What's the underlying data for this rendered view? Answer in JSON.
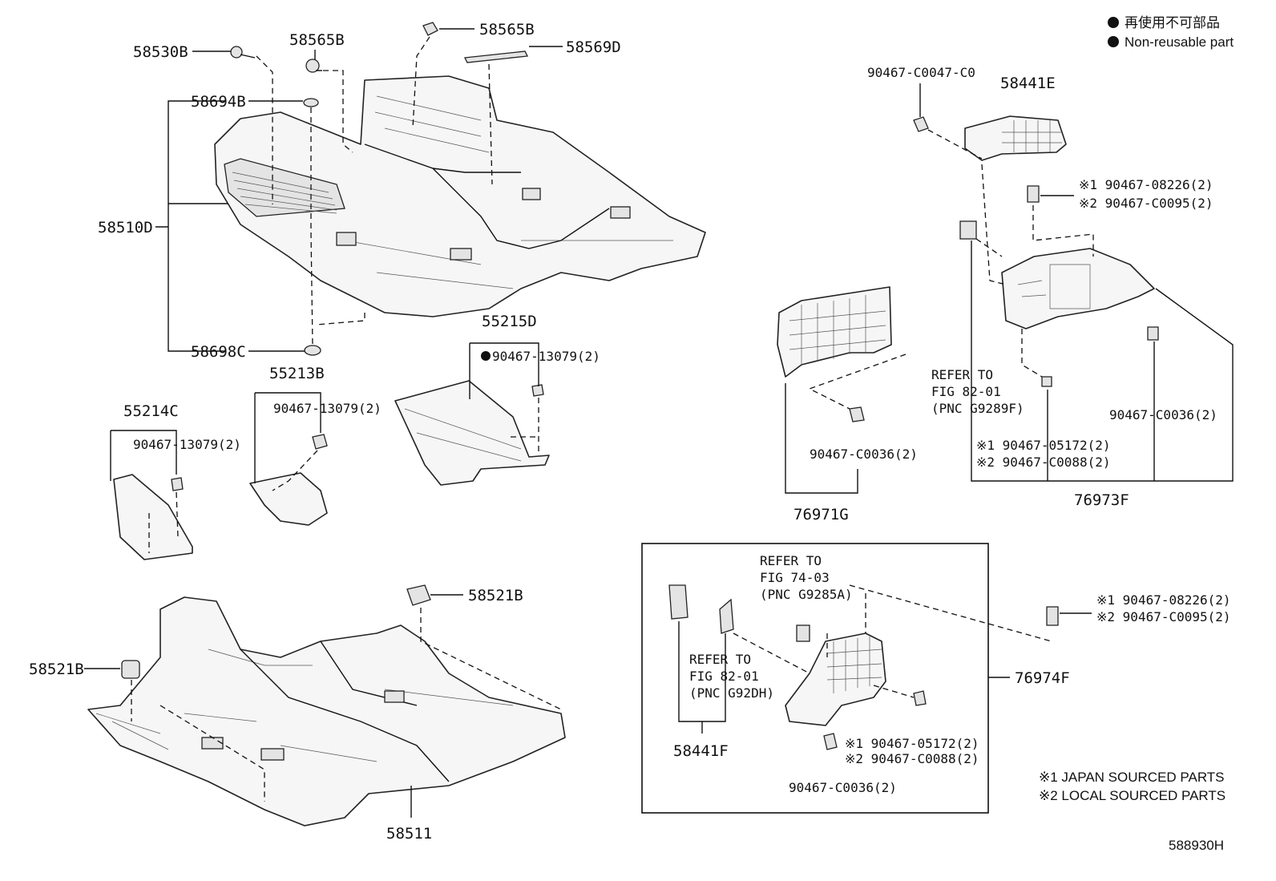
{
  "legend": {
    "jp": "再使用不可部品",
    "en": "Non-reusable part"
  },
  "labels": {
    "p58530B": "58530B",
    "p58565B_a": "58565B",
    "p58565B_b": "58565B",
    "p58569D": "58569D",
    "p58694B": "58694B",
    "p58510D": "58510D",
    "p58698C": "58698C",
    "p55215D": "55215D",
    "p55215D_clip": "90467-13079(2)",
    "p55213B": "55213B",
    "p55213B_clip": "90467-13079(2)",
    "p55214C": "55214C",
    "p55214C_clip": "90467-13079(2)",
    "p58521B_a": "58521B",
    "p58521B_b": "58521B",
    "p58511": "58511",
    "p90467C0047": "90467-C0047-C0",
    "p58441E": "58441E",
    "r1_a": "※1 90467-08226(2)",
    "r2_a": "※2 90467-C0095(2)",
    "refer_a_1": "REFER TO",
    "refer_a_2": "FIG 82-01",
    "refer_a_3": "(PNC G9289F)",
    "p90467C0036_a": "90467-C0036(2)",
    "r1_b": "※1 90467-05172(2)",
    "r2_b": "※2 90467-C0088(2)",
    "p76973F": "76973F",
    "p90467C0036_b": "90467-C0036(2)",
    "p76971G": "76971G",
    "refer_b_1": "REFER TO",
    "refer_b_2": "FIG 74-03",
    "refer_b_3": "(PNC G9285A)",
    "refer_c_1": "REFER TO",
    "refer_c_2": "FIG 82-01",
    "refer_c_3": "(PNC G92DH)",
    "r1_c": "※1 90467-08226(2)",
    "r2_c": "※2 90467-C0095(2)",
    "p76974F": "76974F",
    "r1_d": "※1 90467-05172(2)",
    "r2_d": "※2 90467-C0088(2)",
    "p90467C0036_c": "90467-C0036(2)",
    "p58441F": "58441F"
  },
  "footnotes": {
    "n1": "※1 JAPAN SOURCED PARTS",
    "n2": "※2 LOCAL SOURCED PARTS"
  },
  "figure_id": "588930H"
}
